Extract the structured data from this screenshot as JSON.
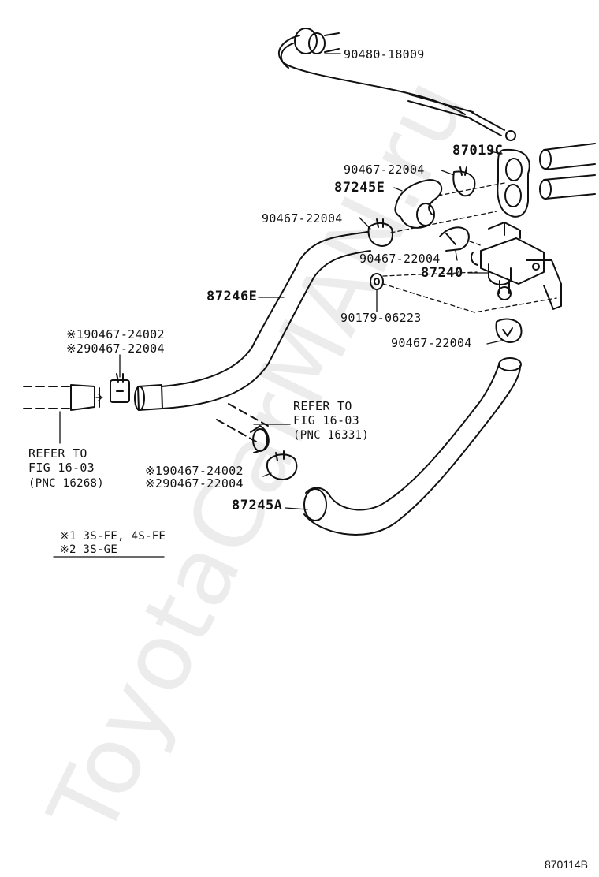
{
  "watermark": "ToyotaCarMAN.ru",
  "doc_id": "870114B",
  "parts": {
    "p90480_18009": "90480-18009",
    "p87019C": "87019C",
    "p90467_22004_a": "90467-22004",
    "p87245E": "87245E",
    "p90467_22004_b": "90467-22004",
    "p90467_22004_c": "90467-22004",
    "p87240": "87240",
    "p87246E": "87246E",
    "p90179_06223": "90179-06223",
    "p90467_22004_d": "90467-22004",
    "left_1": "※190467-24002",
    "left_2": "※290467-22004",
    "mid_1": "※190467-24002",
    "mid_2": "※290467-22004",
    "p87245A": "87245A"
  },
  "refs": {
    "right_line1": "REFER TO",
    "right_line2": "FIG 16-03",
    "right_line3": "(PNC 16331)",
    "left_line1": "REFER TO",
    "left_line2": "FIG 16-03",
    "left_line3": "(PNC 16268)"
  },
  "notes": {
    "note1": "※1 3S-FE, 4S-FE",
    "note2": "※2 3S-GE"
  }
}
